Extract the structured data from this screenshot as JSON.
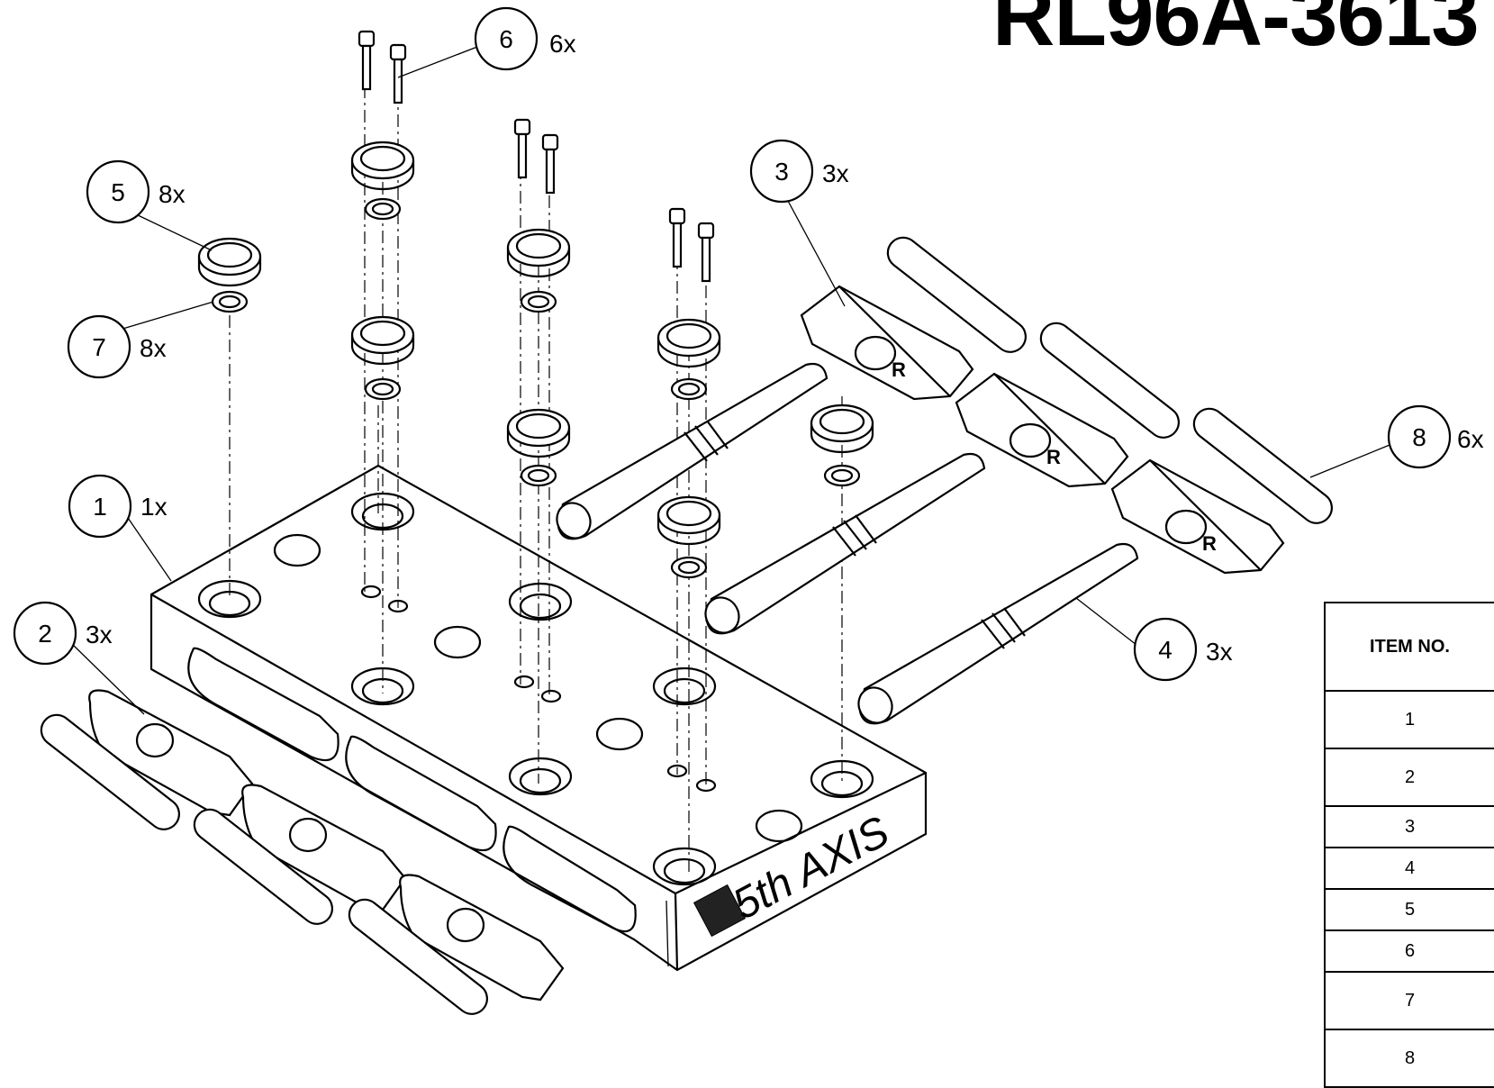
{
  "title": "RL96A-3613",
  "balloons": [
    {
      "item": "1",
      "qty": "1x"
    },
    {
      "item": "2",
      "qty": "3x"
    },
    {
      "item": "3",
      "qty": "3x"
    },
    {
      "item": "4",
      "qty": "3x"
    },
    {
      "item": "5",
      "qty": "8x"
    },
    {
      "item": "6",
      "qty": "6x"
    },
    {
      "item": "7",
      "qty": "8x"
    },
    {
      "item": "8",
      "qty": "6x"
    }
  ],
  "bom": {
    "header": "ITEM NO.",
    "rows": [
      "1",
      "2",
      "3",
      "4",
      "5",
      "6",
      "7",
      "8"
    ]
  },
  "plate_logo": "5th AXIS",
  "plate_logo_sub": "5thAXIS",
  "nut_letter": "R"
}
